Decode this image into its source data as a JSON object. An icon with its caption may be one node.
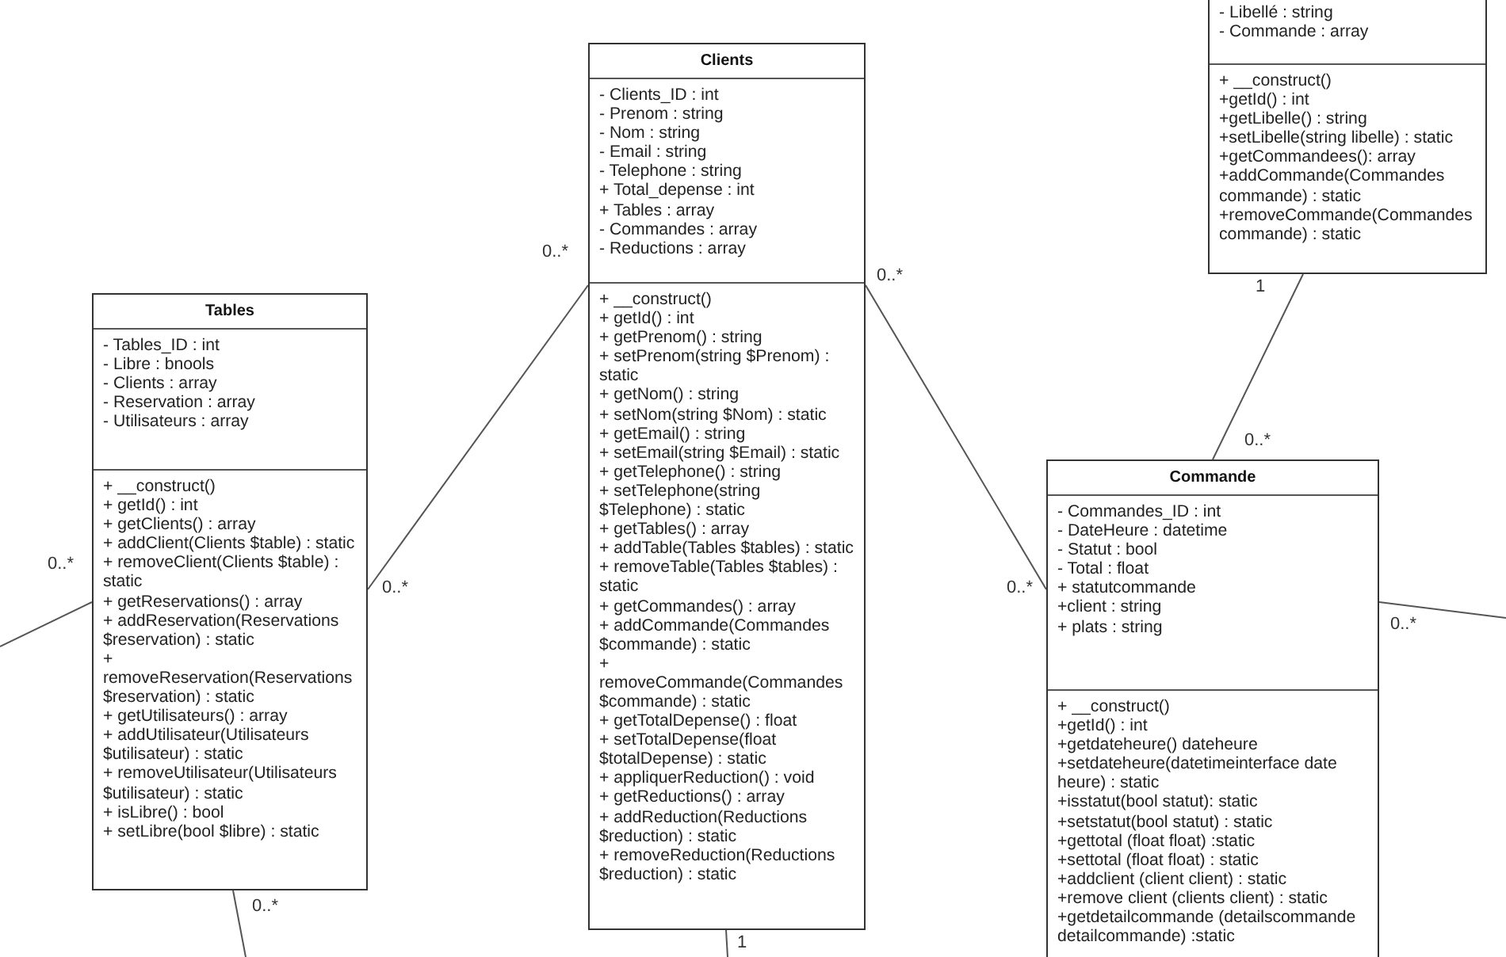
{
  "diagram": {
    "nodes": [
      {
        "text": [
          "Tables",
          "- Tables_ID : int",
          "- Libre : bnools",
          "- Clients : array",
          "- Reservation : array",
          "- Utilisateurs : array",
          "+ __construct()",
          "+ getId() : int",
          "+ getClients() : array",
          "+ addClient(Clients $table) : static",
          "+ removeClient(Clients $table) : static",
          "+ getReservations() : array",
          "+ addReservation(Reservations $reservation) : static",
          "+ removeReservation(Reservations $reservation) : static",
          "+ getUtilisateurs() : array",
          "+ addUtilisateur(Utilisateurs $utilisateur) : static",
          "+ removeUtilisateur(Utilisateurs $utilisateur) : static",
          "+ isLibre() : bool",
          "+ setLibre(bool $libre) : static"
        ]
      },
      {
        "text": [
          "Clients",
          "- Clients_ID : int",
          "- Prenom : string",
          "- Nom : string",
          "- Email : string",
          "- Telephone : string",
          "+ Total_depense : int",
          "+ Tables : array",
          "- Commandes : array",
          "- Reductions : array",
          "+ __construct()",
          "+ getId() : int",
          "+ getPrenom() : string",
          "+ setPrenom(string $Prenom) : static",
          "+ getNom() : string",
          "+ setNom(string $Nom) : static",
          "+ getEmail() : string",
          "+ setEmail(string $Email) : static",
          "+ getTelephone() : string",
          "+ setTelephone(string $Telephone) : static",
          "+ getTables() : array",
          "+ addTable(Tables $tables) : static",
          "+ removeTable(Tables $tables) : static",
          "+ getCommandes() : array",
          "+ addCommande(Commandes $commande) : static",
          "+ removeCommande(Commandes $commande) : static",
          "+ getTotalDepense() : float",
          "+ setTotalDepense(float $totalDepense) : static",
          "+ appliquerReduction() : void",
          "+ getReductions() : array",
          "+ addReduction(Reductions $reduction) : static",
          "+ removeReduction(Reductions $reduction) : static"
        ]
      },
      {
        "text": [
          "- Libellé : string",
          "- Commande : array",
          "+ __construct()",
          "+getId() : int",
          "+getLibelle() : string",
          "+setLibelle(string libelle) : static",
          "+getCommandees(): array",
          "+addCommande(Commandes commande) : static",
          "+removeCommande(Commandes commande) : static"
        ]
      },
      {
        "text": [
          "Commande",
          "- Commandes_ID : int",
          "- DateHeure : datetime",
          "- Statut : bool",
          "- Total : float",
          "+ statutcommande",
          "+client : string",
          "+ plats : string",
          "+ __construct()",
          "+getId() : int",
          "+getdateheure() dateheure",
          "+setdateheure(datetimeinterface date heure) : static",
          "+isstatut(bool statut): static",
          "+setstatut(bool statut) : static",
          "+gettotal (float float) :static",
          "+settotal (float float) : static",
          "+addclient (client client) : static",
          "+remove client (clients client) : static",
          "+getdetailcommande (detailscommande detailcommande) :static"
        ]
      }
    ],
    "edges": [
      {
        "from": 0,
        "to": 1,
        "arrow": "none"
      },
      {
        "from": 1,
        "to": 3,
        "arrow": "none"
      },
      {
        "from": 2,
        "to": 3,
        "arrow": "none"
      },
      {
        "from": null,
        "to": 0,
        "arrow": "none"
      },
      {
        "from": 0,
        "to": null,
        "arrow": "none"
      },
      {
        "from": 1,
        "to": null,
        "arrow": "none"
      },
      {
        "from": 3,
        "to": null,
        "arrow": "none"
      }
    ],
    "labels": [
      "0..*",
      "0..*",
      "1",
      "0..*",
      "0..*",
      "0..*",
      "0..*",
      "0..*",
      "0..*",
      "1"
    ]
  }
}
